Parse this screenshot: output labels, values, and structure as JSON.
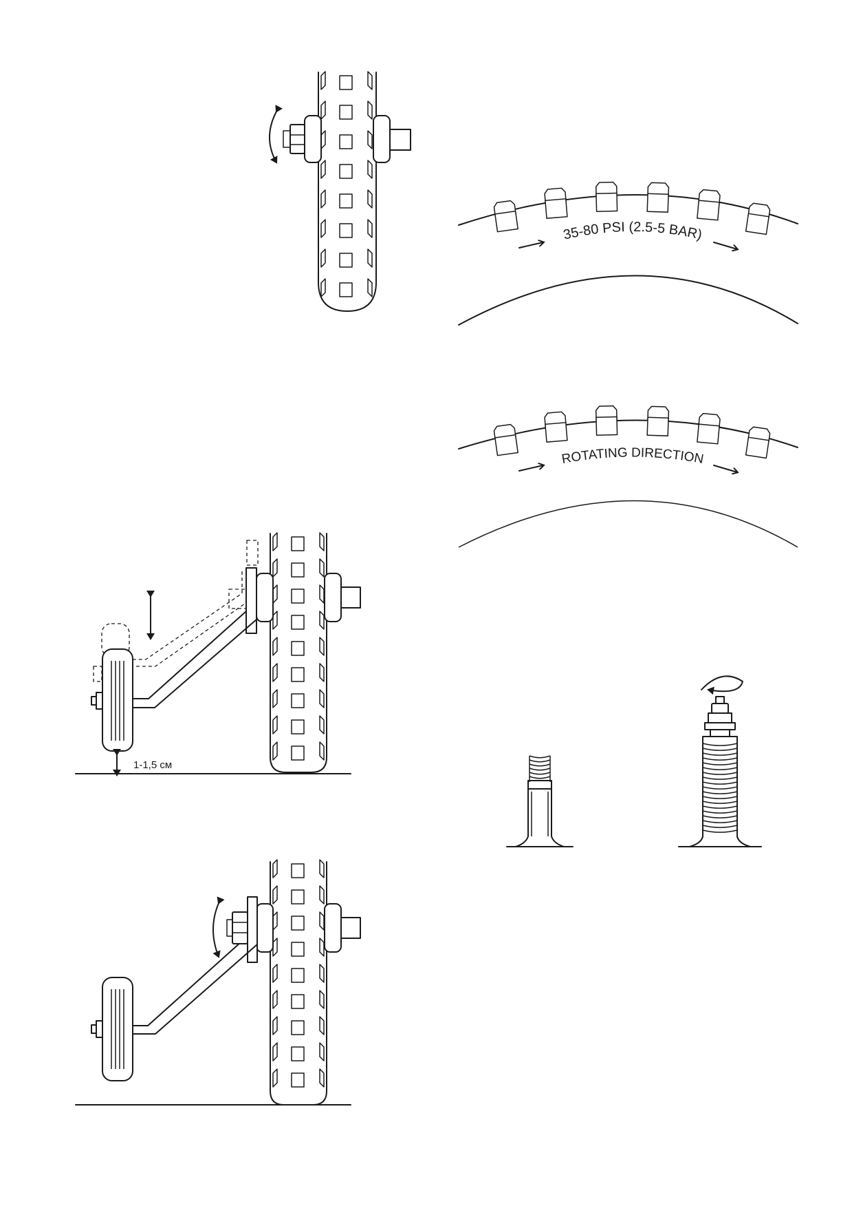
{
  "figure": {
    "label_small": "1-1,5 см",
    "tire_label_pressure": "35-80 PSI (2.5-5 BAR)",
    "tire_label_direction": "ROTATING DIRECTION"
  },
  "colors": {
    "ink": "#1a1a1a",
    "paper": "#ffffff"
  },
  "icons": [
    "rotate-arrow-icon",
    "double-arrow-icon",
    "direction-arrow-icon"
  ]
}
